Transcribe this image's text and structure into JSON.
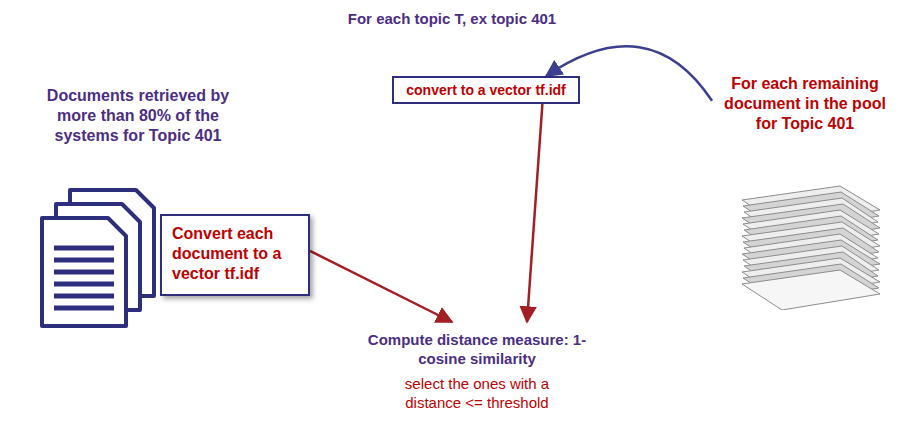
{
  "diagram": {
    "title": "For each topic T, ex topic 401",
    "nodes": [
      {
        "text": [
          "Convert each document to a vector tf.idf"
        ]
      },
      {
        "text": [
          "convert to a vector tf.idf"
        ]
      },
      {
        "text": [
          "Compute distance measure: 1- cosine similarity",
          "select the ones with a distance <= threshold"
        ]
      },
      {
        "text": [
          "For each remaining document in the pool for Topic 401"
        ]
      }
    ],
    "edges": [
      {
        "from": 0,
        "to": 2,
        "arrow": "to"
      },
      {
        "from": 1,
        "to": 2,
        "arrow": "to"
      },
      {
        "from": 3,
        "to": 1,
        "arrow": "to"
      }
    ],
    "labels": [
      "Documents retrieved by more than 80% of the systems for Topic 401"
    ]
  }
}
